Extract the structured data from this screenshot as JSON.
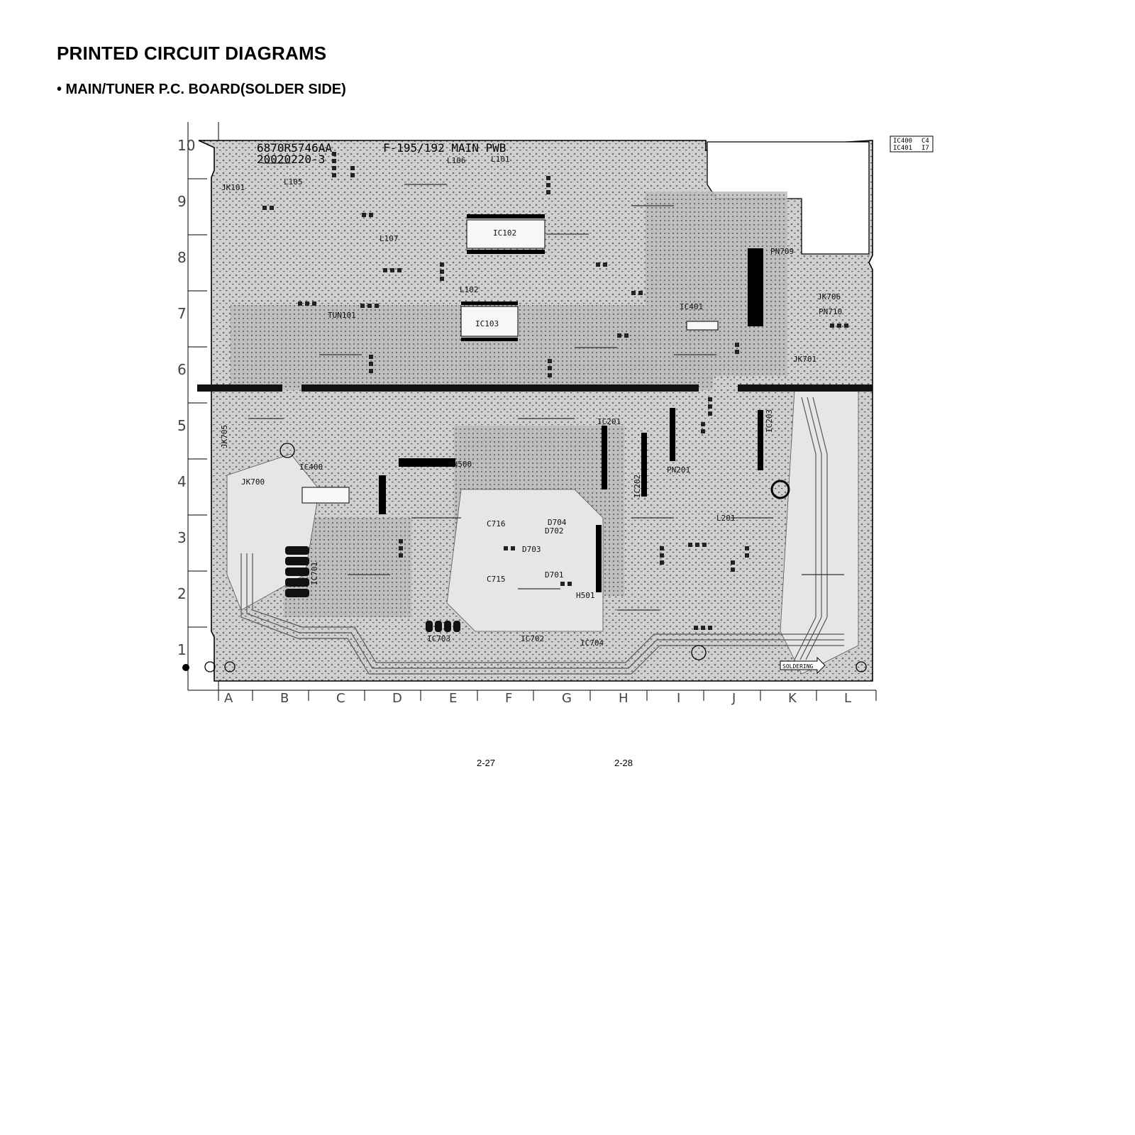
{
  "header": {
    "title": "PRINTED CIRCUIT DIAGRAMS",
    "subtitle": "• MAIN/TUNER P.C. BOARD(SOLDER SIDE)"
  },
  "board": {
    "part_number": "6870R5746AA",
    "model": "F-195/192 MAIN PWB",
    "date_code": "20020220-3",
    "solder_arrow": "SOLDERING",
    "legend": [
      {
        "ic": "IC400",
        "grid": "C4"
      },
      {
        "ic": "IC401",
        "grid": "I7"
      }
    ],
    "row_labels": [
      "10",
      "9",
      "8",
      "7",
      "6",
      "5",
      "4",
      "3",
      "2",
      "1"
    ],
    "col_labels": [
      "A",
      "B",
      "C",
      "D",
      "E",
      "F",
      "G",
      "H",
      "I",
      "J",
      "K",
      "L"
    ],
    "components": [
      {
        "ref": "JK101"
      },
      {
        "ref": "L105"
      },
      {
        "ref": "L106"
      },
      {
        "ref": "L101"
      },
      {
        "ref": "IC102"
      },
      {
        "ref": "L107"
      },
      {
        "ref": "L102"
      },
      {
        "ref": "IC103"
      },
      {
        "ref": "TUN101"
      },
      {
        "ref": "PN709"
      },
      {
        "ref": "JK706"
      },
      {
        "ref": "PN710"
      },
      {
        "ref": "IC401"
      },
      {
        "ref": "JK701"
      },
      {
        "ref": "JK705"
      },
      {
        "ref": "IC400"
      },
      {
        "ref": "JK700"
      },
      {
        "ref": "PN500"
      },
      {
        "ref": "IC201"
      },
      {
        "ref": "IC202"
      },
      {
        "ref": "PN201"
      },
      {
        "ref": "IC203"
      },
      {
        "ref": "L201"
      },
      {
        "ref": "C716"
      },
      {
        "ref": "D704"
      },
      {
        "ref": "D702"
      },
      {
        "ref": "D703"
      },
      {
        "ref": "D701"
      },
      {
        "ref": "C715"
      },
      {
        "ref": "H501"
      },
      {
        "ref": "IC701"
      },
      {
        "ref": "IC703"
      },
      {
        "ref": "IC702"
      },
      {
        "ref": "IC704"
      }
    ]
  },
  "footer": {
    "page_left": "2-27",
    "page_right": "2-28"
  }
}
